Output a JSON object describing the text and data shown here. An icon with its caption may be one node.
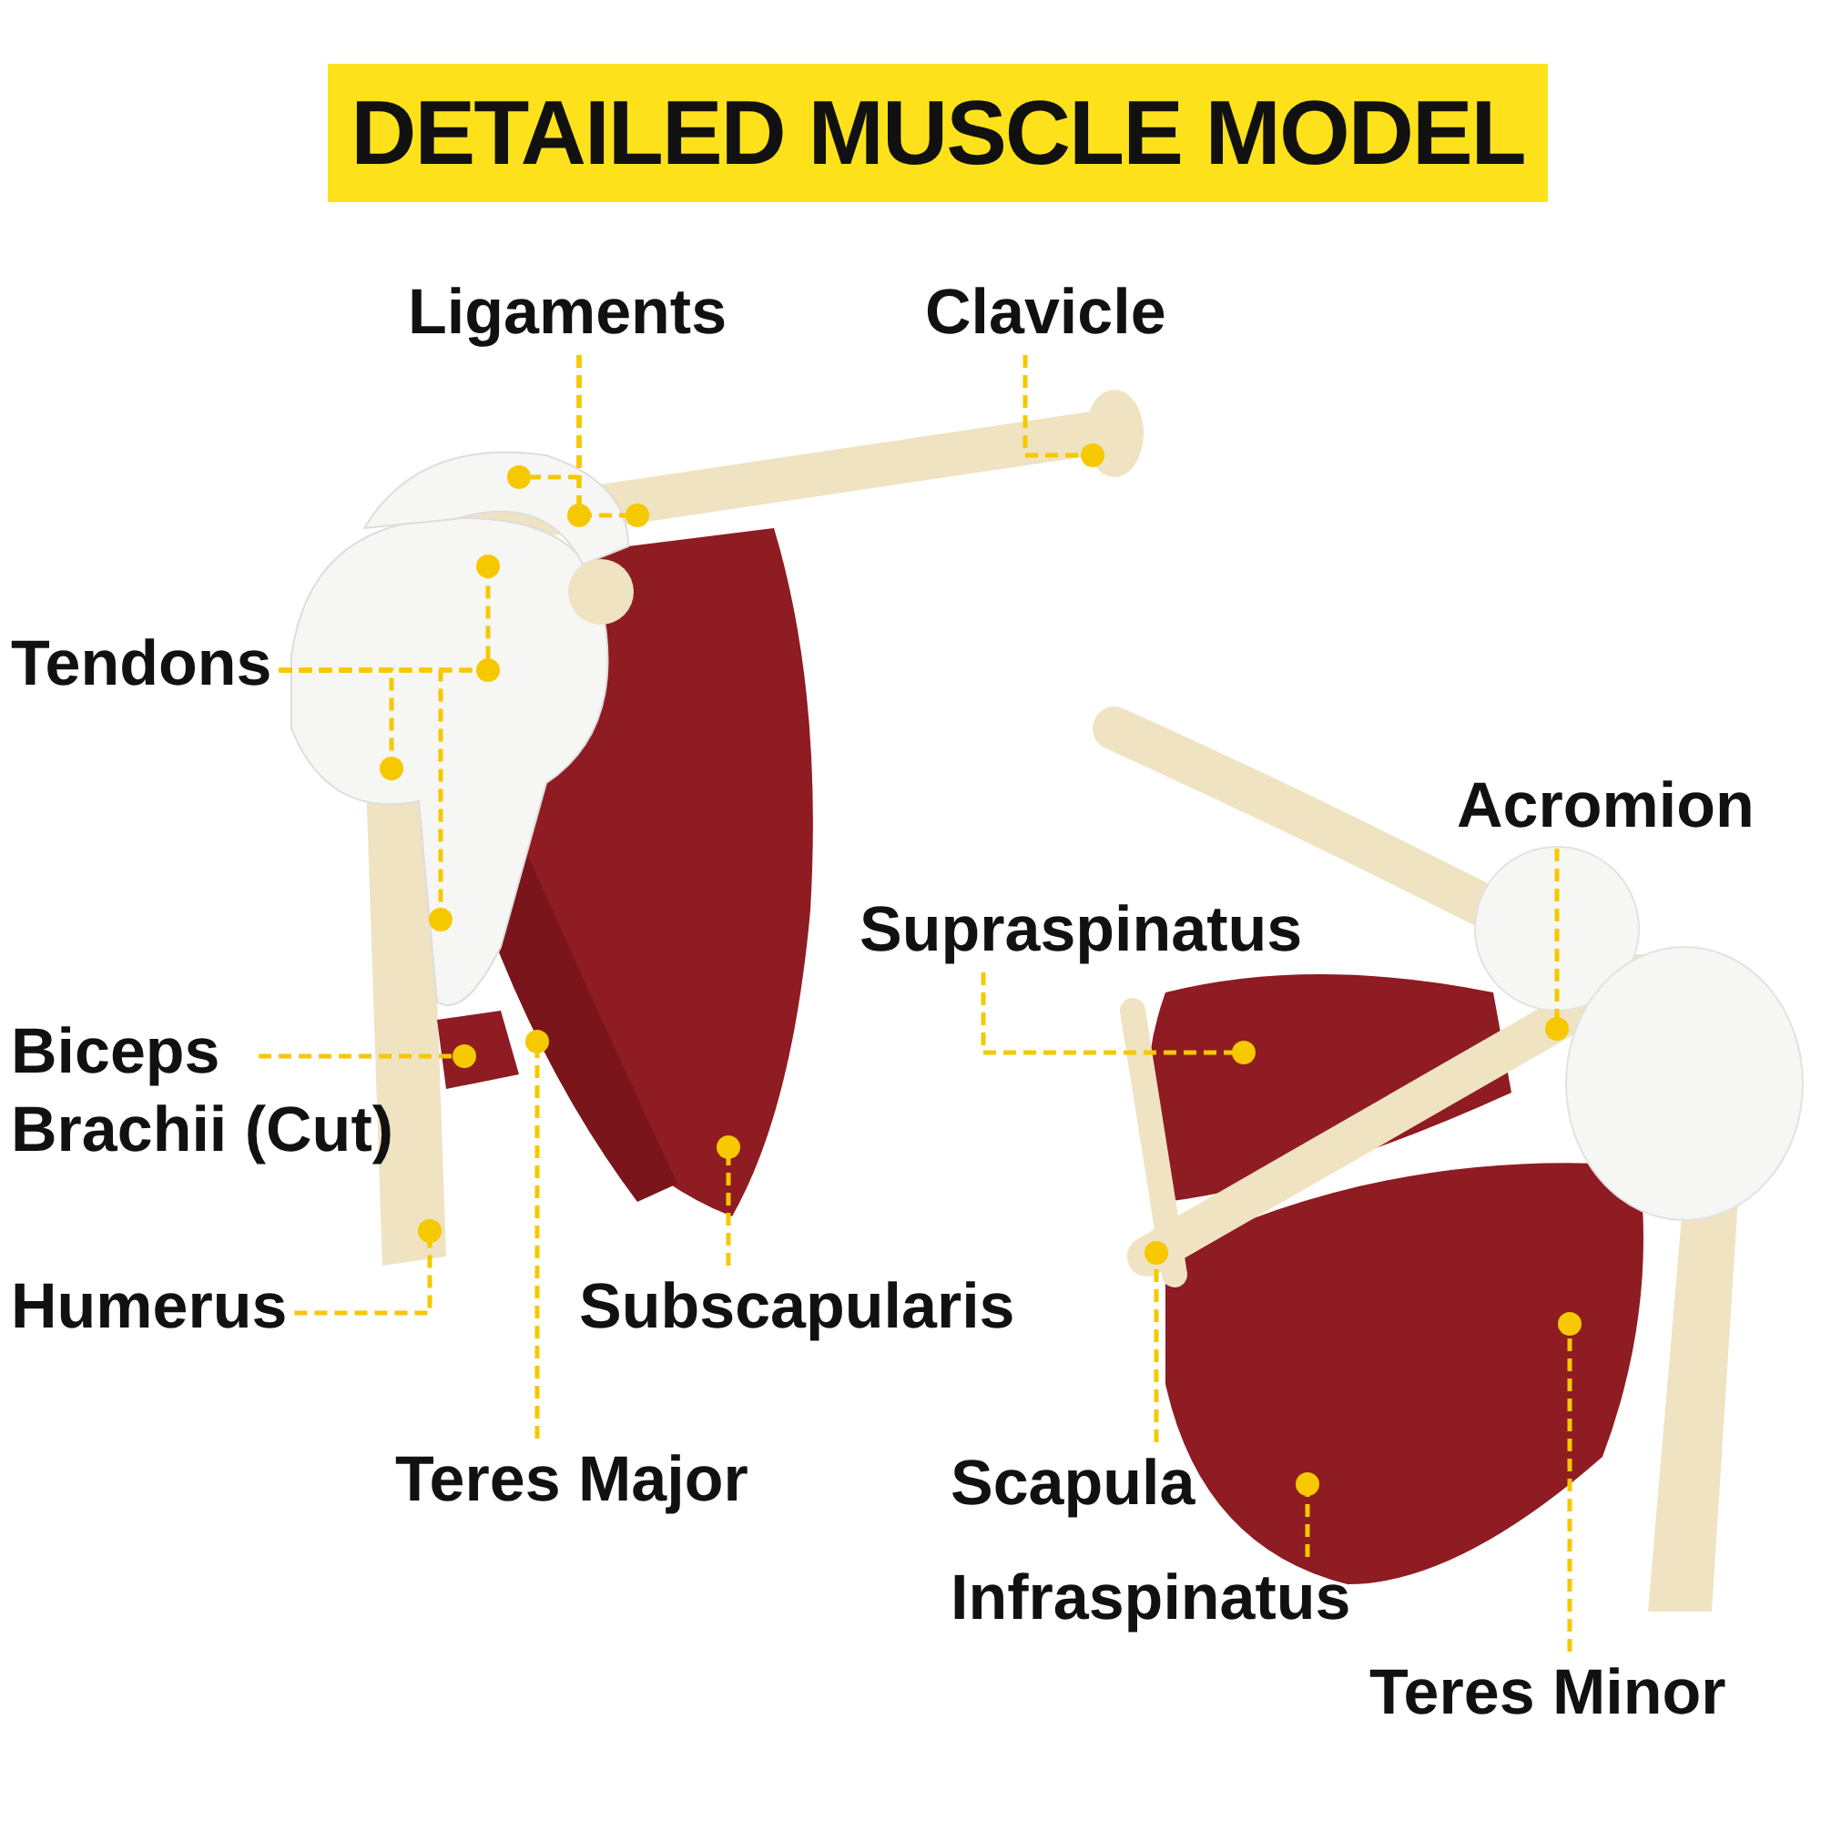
{
  "diagram": {
    "title": "DETAILED MUSCLE MODEL",
    "nodes": [
      {
        "text": [
          "Ligaments"
        ]
      },
      {
        "text": [
          "Clavicle"
        ]
      },
      {
        "text": [
          "Tendons"
        ]
      },
      {
        "text": [
          "Biceps Brachii (Cut)"
        ]
      },
      {
        "text": [
          "Humerus"
        ]
      },
      {
        "text": [
          "Subscapularis"
        ]
      },
      {
        "text": [
          "Teres Major"
        ]
      },
      {
        "text": [
          "Acromion"
        ]
      },
      {
        "text": [
          "Supraspinatus"
        ]
      },
      {
        "text": [
          "Scapula"
        ]
      },
      {
        "text": [
          "Infraspinatus"
        ]
      },
      {
        "text": [
          "Teres Minor"
        ]
      }
    ],
    "edges": [
      {
        "from": 0,
        "to": null,
        "arrow": "other"
      },
      {
        "from": 0,
        "to": null,
        "arrow": "other"
      },
      {
        "from": 0,
        "to": null,
        "arrow": "other"
      },
      {
        "from": 1,
        "to": null,
        "arrow": "other"
      },
      {
        "from": 2,
        "to": null,
        "arrow": "other"
      },
      {
        "from": 2,
        "to": null,
        "arrow": "other"
      },
      {
        "from": 2,
        "to": null,
        "arrow": "other"
      },
      {
        "from": 2,
        "to": null,
        "arrow": "other"
      },
      {
        "from": 3,
        "to": null,
        "arrow": "other"
      },
      {
        "from": 4,
        "to": null,
        "arrow": "other"
      },
      {
        "from": 5,
        "to": null,
        "arrow": "other"
      },
      {
        "from": 6,
        "to": null,
        "arrow": "other"
      },
      {
        "from": 7,
        "to": null,
        "arrow": "other"
      },
      {
        "from": 8,
        "to": null,
        "arrow": "other"
      },
      {
        "from": 9,
        "to": null,
        "arrow": "other"
      },
      {
        "from": 10,
        "to": null,
        "arrow": "other"
      },
      {
        "from": 11,
        "to": null,
        "arrow": "other"
      }
    ]
  }
}
